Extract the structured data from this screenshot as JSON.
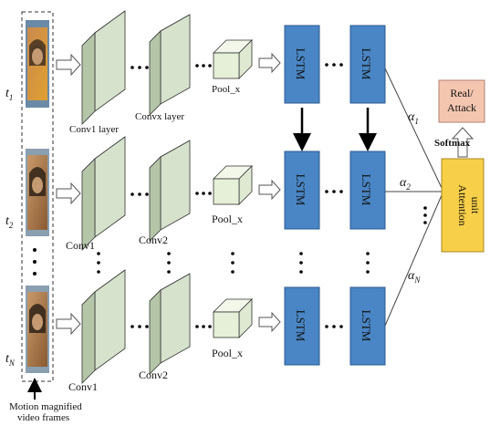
{
  "time_labels": [
    "t",
    "t",
    "t"
  ],
  "time_subs": [
    "1",
    "2",
    "N"
  ],
  "caption_line1": "Motion magnified",
  "caption_line2": "video frames",
  "row1": {
    "conv_first": "Conv1 layer",
    "conv_second": "Convx layer",
    "pool": "Pool_x"
  },
  "row2": {
    "conv_first": "Conv1",
    "conv_second": "Conv2",
    "pool": "Pool_x"
  },
  "row3": {
    "conv_first": "Conv1",
    "conv_second": "Conv2",
    "pool": "Pool_x"
  },
  "lstm_label": "LSTM",
  "alpha": {
    "symbol": "α",
    "subs": [
      "1",
      "2",
      "N"
    ]
  },
  "softmax": "Softmax",
  "output_line1": "Real/",
  "output_line2": "Attack",
  "attention_line1": "Attention",
  "attention_line2": "unit",
  "colors": {
    "conv_front": "#b5c6a8",
    "conv_side": "#d6e2cc",
    "conv_top": "#e8efe0",
    "pool_front": "#e6f0d8",
    "lstm": "#4a86c5",
    "attention": "#f7cf48",
    "output": "#f4c6b0"
  }
}
